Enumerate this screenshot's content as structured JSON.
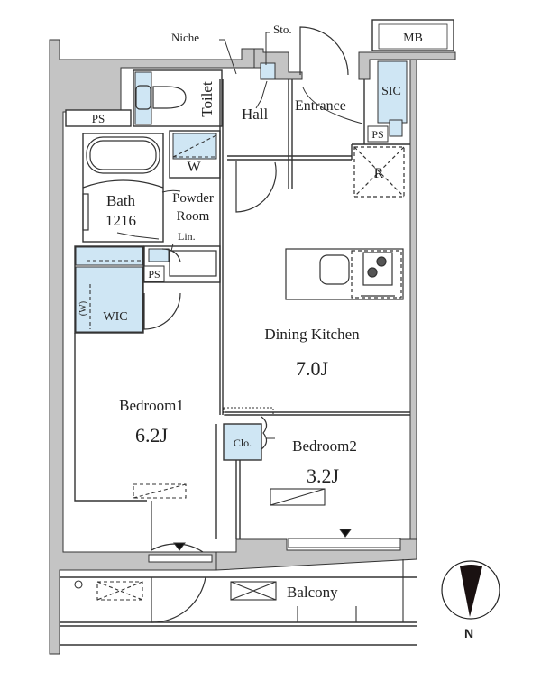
{
  "floorplan": {
    "colors": {
      "wall_fill": "#c4c4c4",
      "line": "#333333",
      "wet_area": "#cfe6f4",
      "background": "#ffffff",
      "compass_needle": "#1a1111"
    },
    "rooms": {
      "dining_kitchen": {
        "name": "Dining Kitchen",
        "size": "7.0J"
      },
      "bedroom1": {
        "name": "Bedroom1",
        "size": "6.2J"
      },
      "bedroom2": {
        "name": "Bedroom2",
        "size": "3.2J"
      },
      "bath": {
        "name": "Bath",
        "size": "1216"
      },
      "powder_room": {
        "line1": "Powder",
        "line2": "Room"
      },
      "toilet": {
        "name": "Toilet"
      },
      "hall": {
        "name": "Hall"
      },
      "entrance": {
        "name": "Entrance"
      },
      "balcony": {
        "name": "Balcony"
      },
      "wic": {
        "name": "WIC"
      }
    },
    "fixtures": {
      "niche": "Niche",
      "storage": "Sto.",
      "mb": "MB",
      "sic": "SIC",
      "ps_top_left": "PS",
      "ps_entrance": "PS",
      "ps_powder": "PS",
      "washer": "W",
      "wic_w": "(W)",
      "linen": "Lin.",
      "refrigerator": "R",
      "closet": "Clo."
    },
    "compass": {
      "label": "N",
      "direction": "down"
    }
  }
}
